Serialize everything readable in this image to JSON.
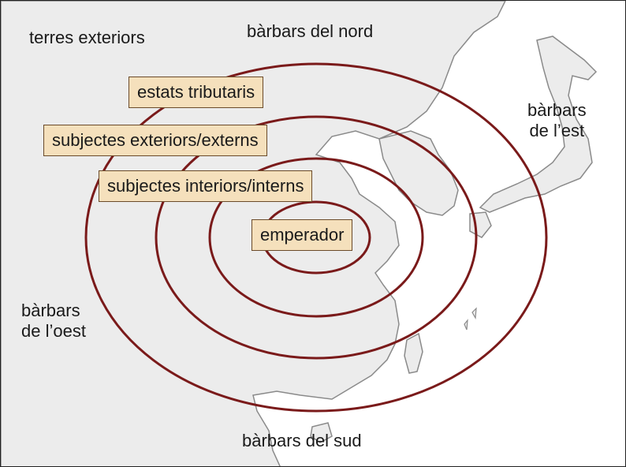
{
  "map": {
    "regions": {
      "outer_lands": "terres exteriors",
      "north": "bàrbars del nord",
      "east": "bàrbars\nde l’est",
      "west": "bàrbars\nde l’oest",
      "south": "bàrbars del sud"
    },
    "tiers": {
      "tributary_states": "estats tributaris",
      "outer_subjects": "subjectes exteriors/externs",
      "inner_subjects": "subjectes interiors/interns",
      "emperor": "emperador"
    },
    "colors": {
      "land": "#ececec",
      "sea": "#ffffff",
      "coast": "#8a8a8a",
      "rings": "#7a1a1a",
      "box_fill": "#f5e0bc",
      "box_border": "#6b4b2a"
    }
  }
}
